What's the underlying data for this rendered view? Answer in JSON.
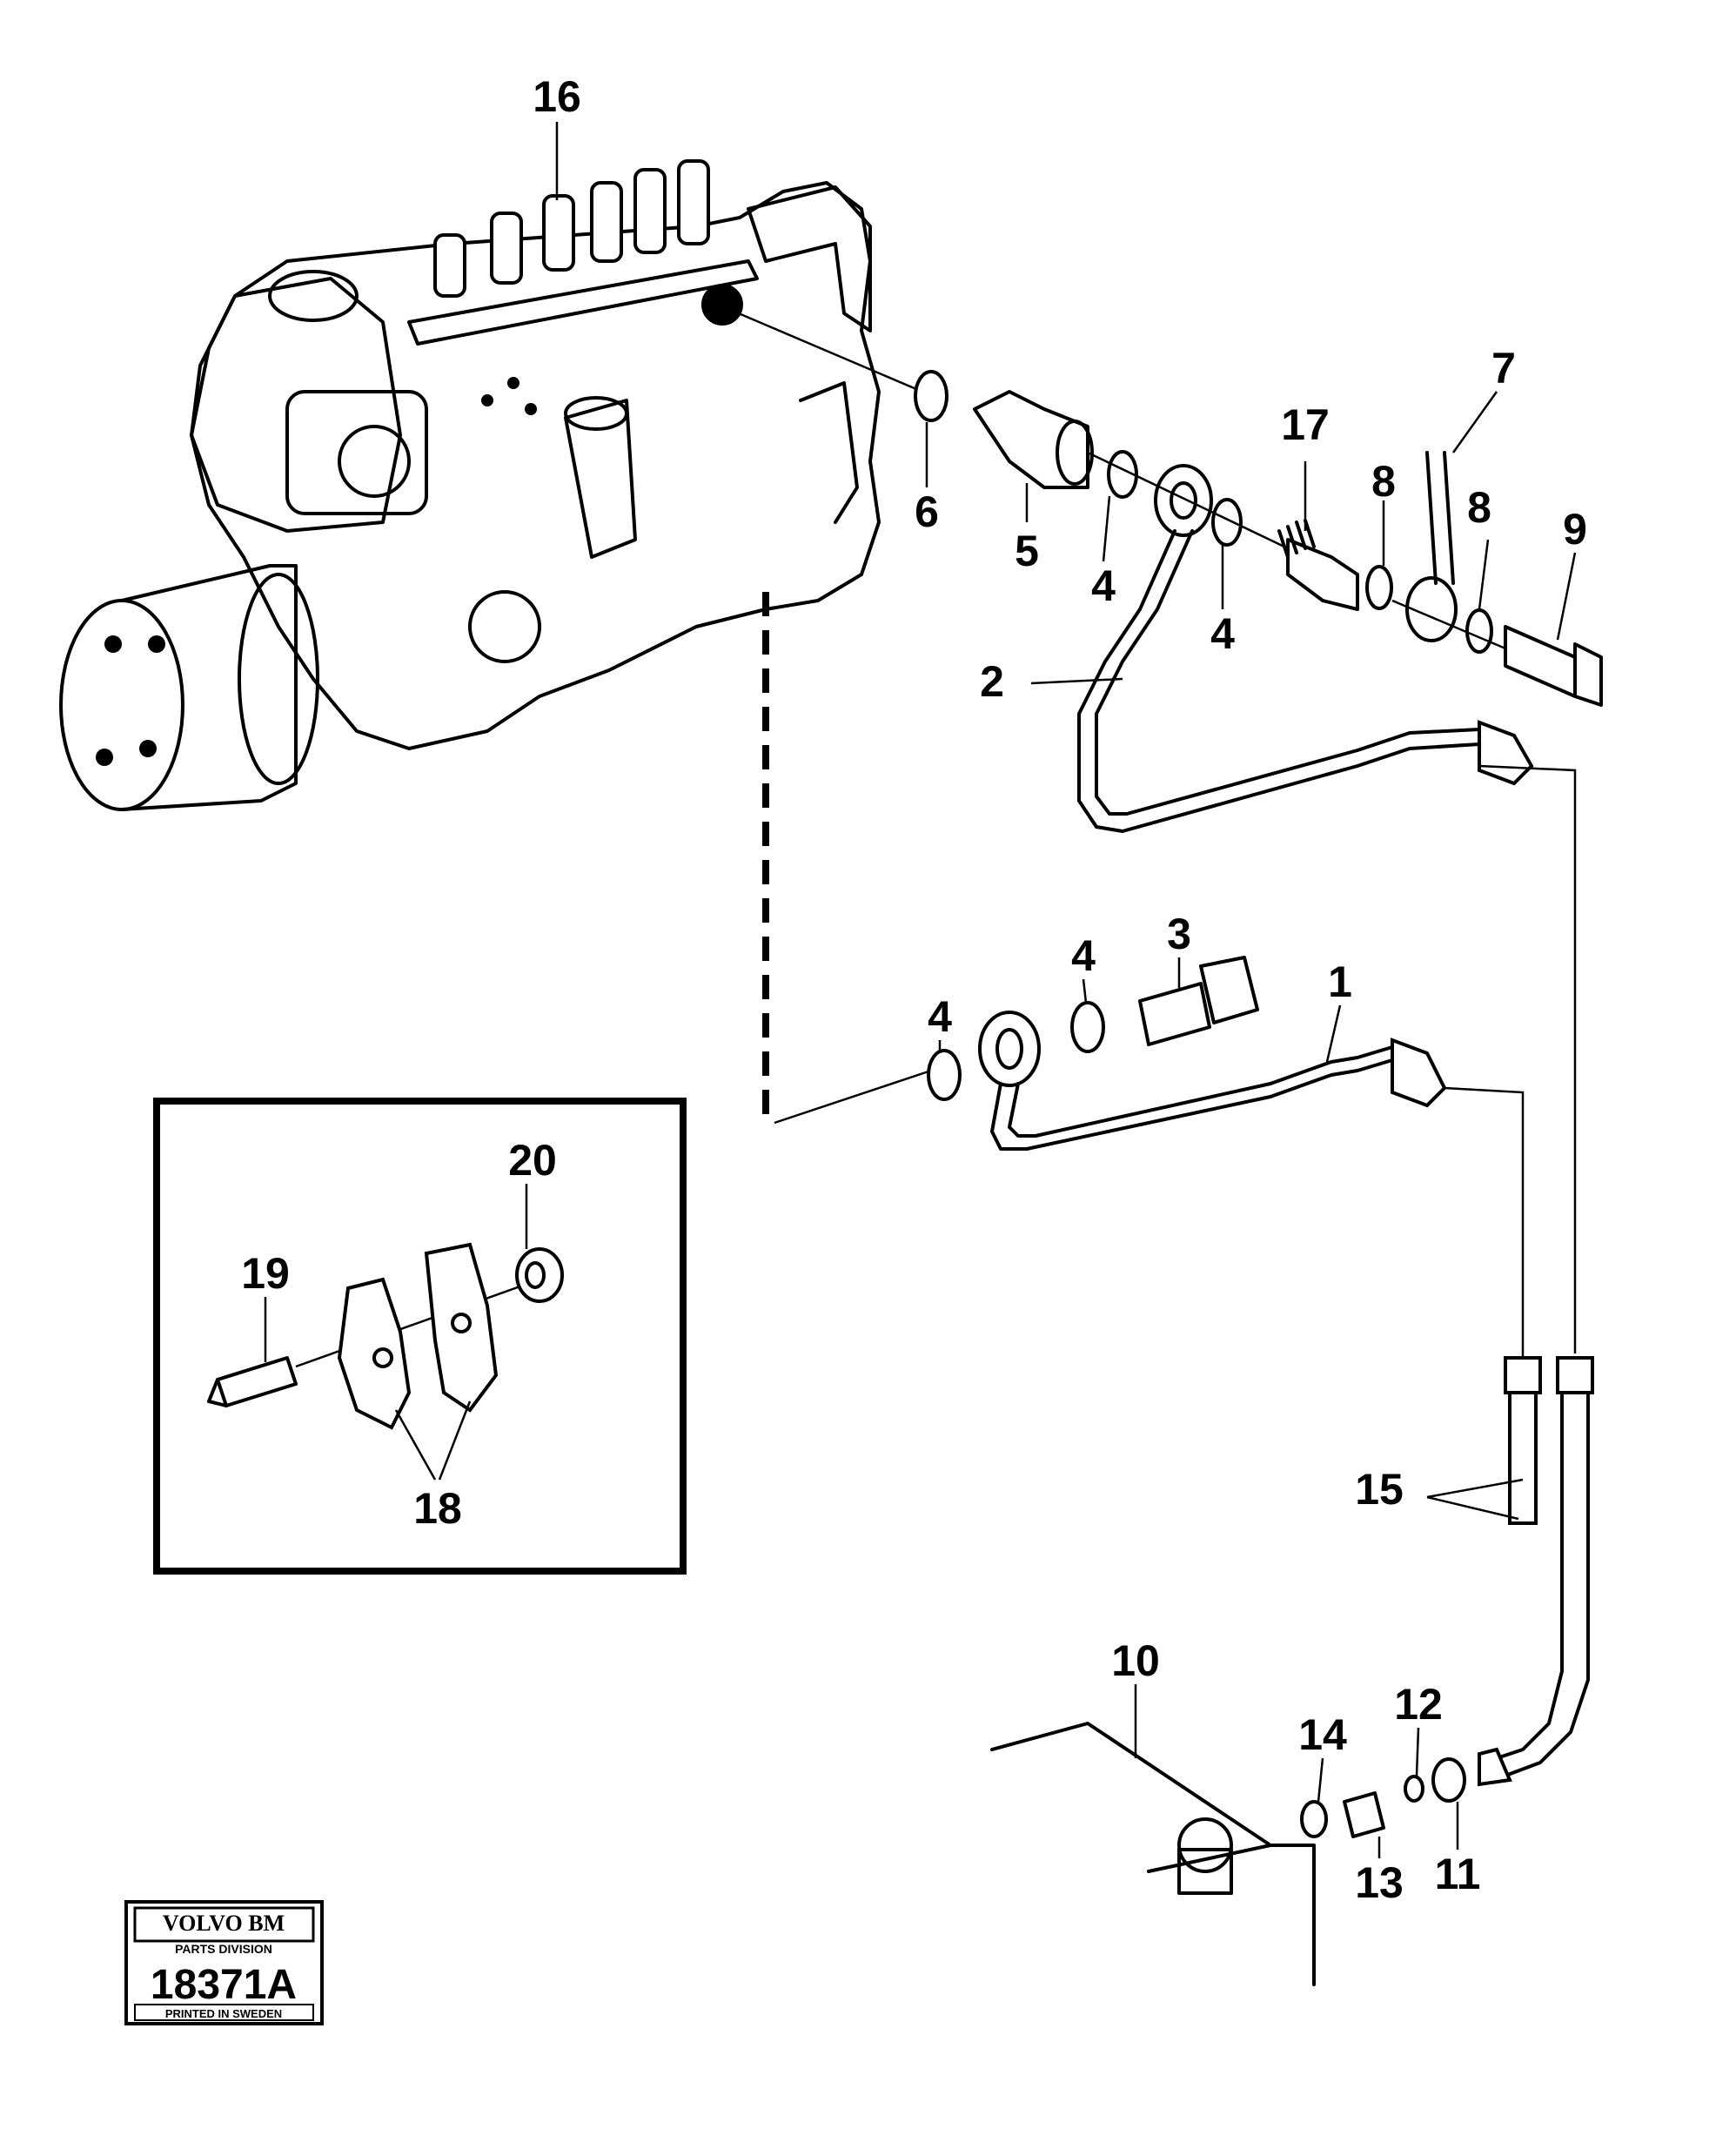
{
  "callouts": {
    "c1": "1",
    "c2": "2",
    "c3": "3",
    "c4a": "4",
    "c4b": "4",
    "c4c": "4",
    "c4d": "4",
    "c5": "5",
    "c6": "6",
    "c7": "7",
    "c8a": "8",
    "c8b": "8",
    "c9": "9",
    "c10": "10",
    "c11": "11",
    "c12": "12",
    "c13": "13",
    "c14": "14",
    "c15": "15",
    "c16": "16",
    "c17": "17",
    "c18": "18",
    "c19": "19",
    "c20": "20"
  },
  "logo": {
    "brand": "VOLVO BM",
    "division": "PARTS DIVISION",
    "number": "18371A",
    "printed": "PRINTED IN SWEDEN"
  }
}
